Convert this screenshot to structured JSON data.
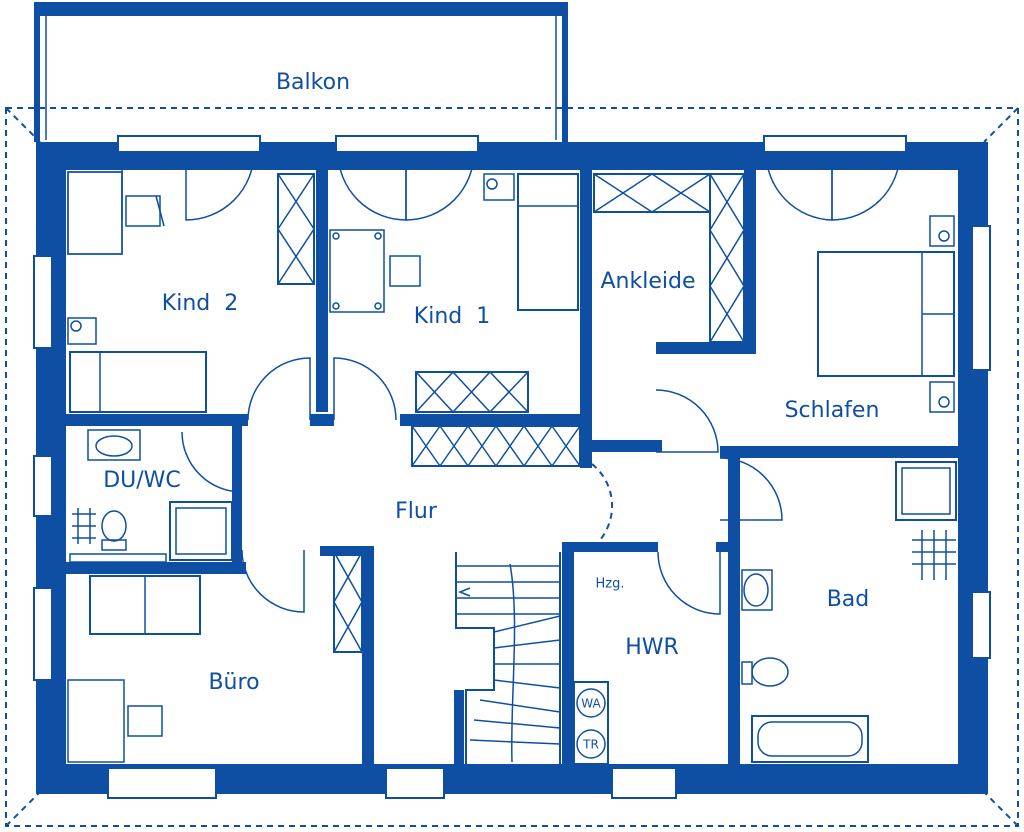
{
  "plan": {
    "color": "#0f4fa3",
    "rooms": {
      "balkon": "Balkon",
      "kind2": "Kind  2",
      "kind1": "Kind  1",
      "ankleide": "Ankleide",
      "schlafen": "Schlafen",
      "duwc": "DU/WC",
      "flur": "Flur",
      "buero": "Büro",
      "hwr": "HWR",
      "bad": "Bad"
    },
    "labels": {
      "heating": "Hzg.",
      "washer": "WA",
      "dryer": "TR"
    }
  }
}
